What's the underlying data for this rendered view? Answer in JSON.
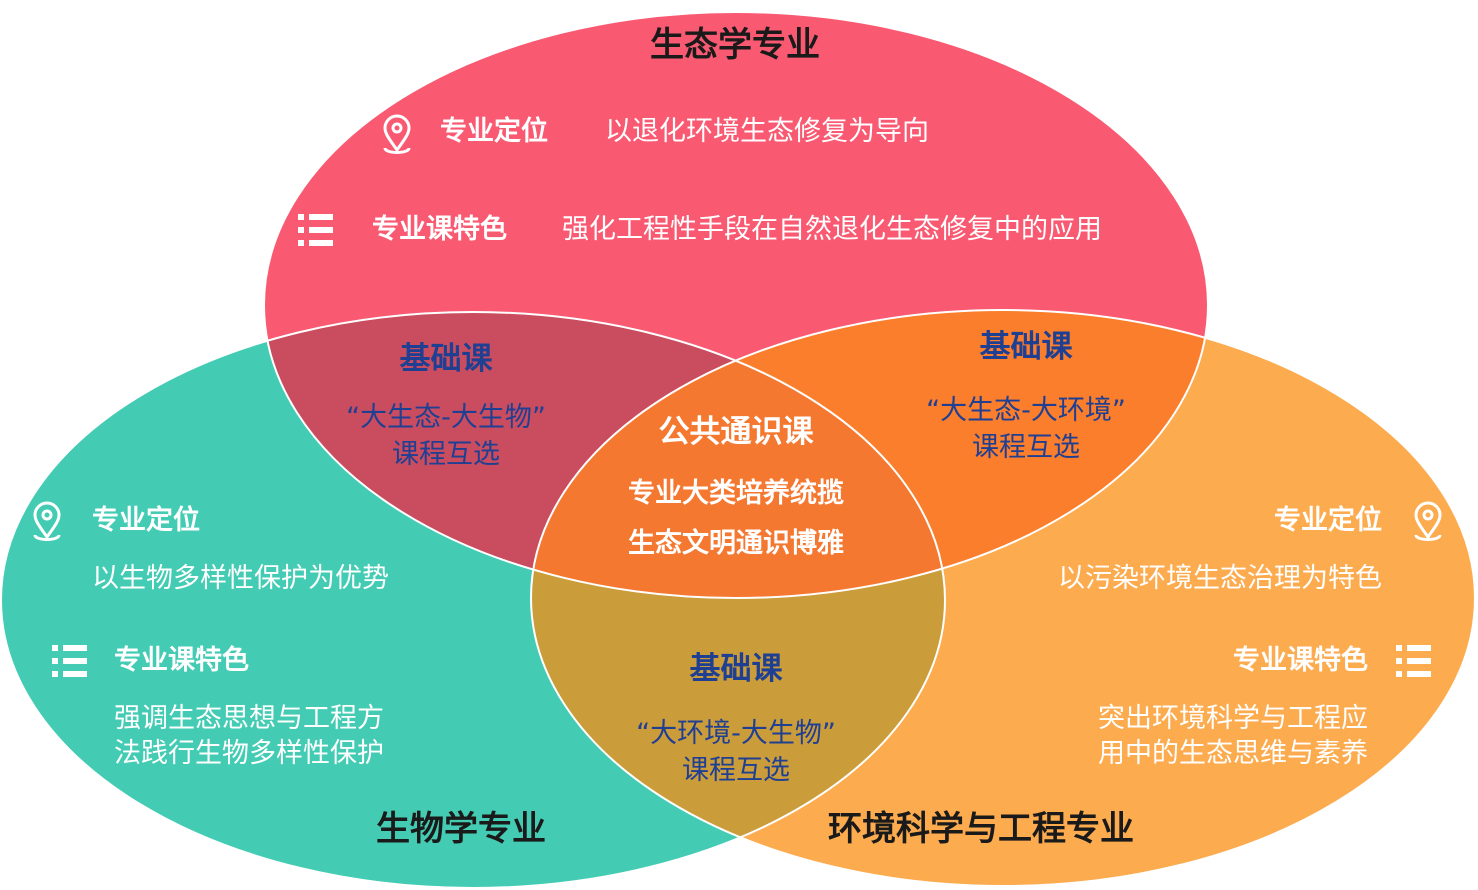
{
  "colors": {
    "ecology": "#f95a72",
    "biology": "#43ccb3",
    "environment": "#fcab4f",
    "eco_bio": "#c94d5f",
    "eco_env": "#fa7e2c",
    "bio_env": "#cb9c3a",
    "center": "#f57831",
    "text_dark": "#1a1a1a",
    "text_blue": "#1f3f93",
    "text_white": "#ffffff"
  },
  "ecology": {
    "title": "生态学专业",
    "position_label": "专业定位",
    "position_text": "以退化环境生态修复为导向",
    "feature_label": "专业课特色",
    "feature_text": "强化工程性手段在自然退化生态修复中的应用",
    "position_icon": "location-pin-icon",
    "feature_icon": "list-icon"
  },
  "biology": {
    "title": "生物学专业",
    "position_label": "专业定位",
    "position_text": "以生物多样性保护为优势",
    "feature_label": "专业课特色",
    "feature_line1": "强调生态思想与工程方",
    "feature_line2": "法践行生物多样性保护",
    "position_icon": "location-pin-icon",
    "feature_icon": "list-icon"
  },
  "environment": {
    "title": "环境科学与工程专业",
    "position_label": "专业定位",
    "position_text": "以污染环境生态治理为特色",
    "feature_label": "专业课特色",
    "feature_line1": "突出环境科学与工程应",
    "feature_line2": "用中的生态思维与素养",
    "position_icon": "location-pin-icon",
    "feature_icon": "list-icon"
  },
  "eco_bio": {
    "label": "基础课",
    "line1": "“大生态-大生物”",
    "line2": "课程互选"
  },
  "eco_env": {
    "label": "基础课",
    "line1": "“大生态-大环境”",
    "line2": "课程互选"
  },
  "bio_env": {
    "label": "基础课",
    "line1": "“大环境-大生物”",
    "line2": "课程互选"
  },
  "center": {
    "label": "公共通识课",
    "line1": "专业大类培养统揽",
    "line2": "生态文明通识博雅"
  }
}
